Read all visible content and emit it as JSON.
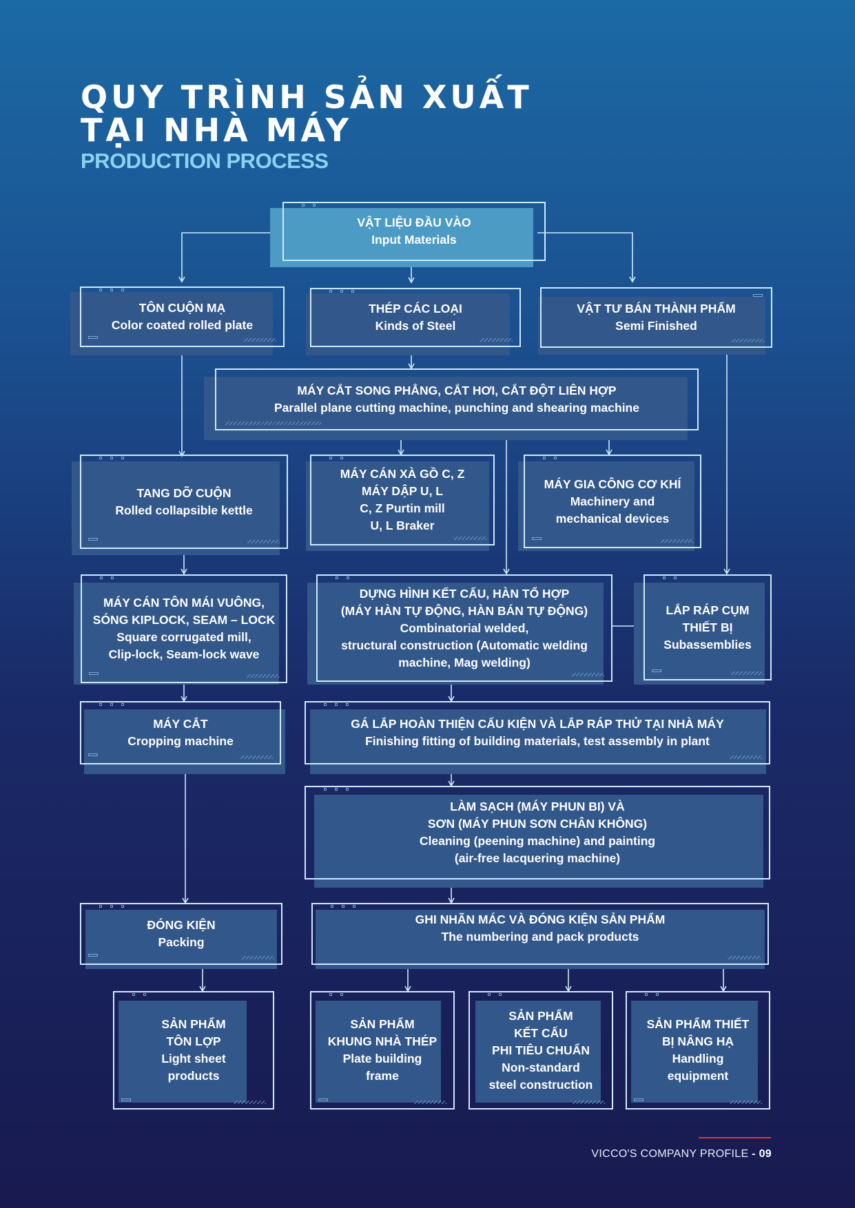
{
  "title": {
    "line1": "QUY TRÌNH SẢN XUẤT",
    "line2": "TẠI NHÀ MÁY",
    "subtitle": "PRODUCTION PROCESS"
  },
  "nodes": {
    "input_materials": [
      "VẬT LIỆU ĐẦU VÀO",
      "Input Materials"
    ],
    "color_coated": [
      "TÔN CUỘN MẠ",
      "Color coated rolled plate"
    ],
    "kinds_of_steel": [
      "THÉP CÁC LOẠI",
      "Kinds of Steel"
    ],
    "semi_finished": [
      "VẬT TƯ BÁN THÀNH PHẨM",
      "Semi Finished"
    ],
    "cutting_machine": [
      "MÁY CẮT SONG PHẲNG, CẮT HƠI, CẮT ĐỘT LIÊN HỢP",
      "Parallel plane cutting machine, punching and shearing machine"
    ],
    "collapsible_kettle": [
      "TANG DỠ CUỘN",
      "Rolled collapsible kettle"
    ],
    "purlin_mill": [
      "MÁY CÁN XÀ GỒ C, Z",
      "MÁY DẬP U, L",
      "C, Z Purtin mill",
      "U, L Braker"
    ],
    "machinery": [
      "MÁY GIA CÔNG CƠ KHÍ",
      "Machinery and",
      "mechanical devices"
    ],
    "corrugated_mill": [
      "MÁY CÁN TÔN MÁI VUÔNG,",
      "SÓNG KIPLOCK, SEAM – LOCK",
      "Square corrugated mill,",
      "Clip-lock, Seam-lock wave"
    ],
    "welding": [
      "DỰNG HÌNH KẾT CẤU, HÀN TỔ HỢP",
      "(MÁY HÀN TỰ ĐỘNG, HÀN BÁN TỰ ĐỘNG)",
      "Combinatorial welded,",
      "structural construction (Automatic welding",
      "machine, Mag welding)"
    ],
    "subassemblies": [
      "LẮP RÁP CỤM",
      "THIẾT BỊ",
      "Subassemblies"
    ],
    "cropping": [
      "MÁY CẮT",
      "Cropping machine"
    ],
    "test_assembly": [
      "GÁ LẮP HOÀN THIỆN CẤU KIỆN VÀ LẮP RÁP THỬ TẠI NHÀ MÁY",
      "Finishing fitting of building materials, test assembly in plant"
    ],
    "cleaning": [
      "LÀM SẠCH (MÁY PHUN BI) VÀ",
      "SƠN (MÁY PHUN SƠN CHÂN KHÔNG)",
      "Cleaning (peening machine) and painting",
      "(air-free lacquering machine)"
    ],
    "packing": [
      "ĐÓNG KIỆN",
      "Packing"
    ],
    "numbering": [
      "GHI NHÃN MÁC VÀ ĐÓNG KIỆN SẢN PHẨM",
      "The numbering and pack products"
    ],
    "light_sheet": [
      "SẢN PHẨM",
      "TÔN LỢP",
      "Light sheet",
      "products"
    ],
    "building_frame": [
      "SẢN PHẨM",
      "KHUNG NHÀ THÉP",
      "Plate building",
      "frame"
    ],
    "non_standard": [
      "SẢN PHẨM",
      "KẾT CẤU",
      "PHI TIÊU CHUẨN",
      "Non-standard",
      "steel construction"
    ],
    "handling": [
      "SẢN PHẨM THIẾT",
      "BỊ NÂNG HẠ",
      "Handling",
      "equipment"
    ]
  },
  "footer": {
    "company": "VICCO'S COMPANY PROFILE",
    "separator": " - ",
    "page": "09"
  }
}
